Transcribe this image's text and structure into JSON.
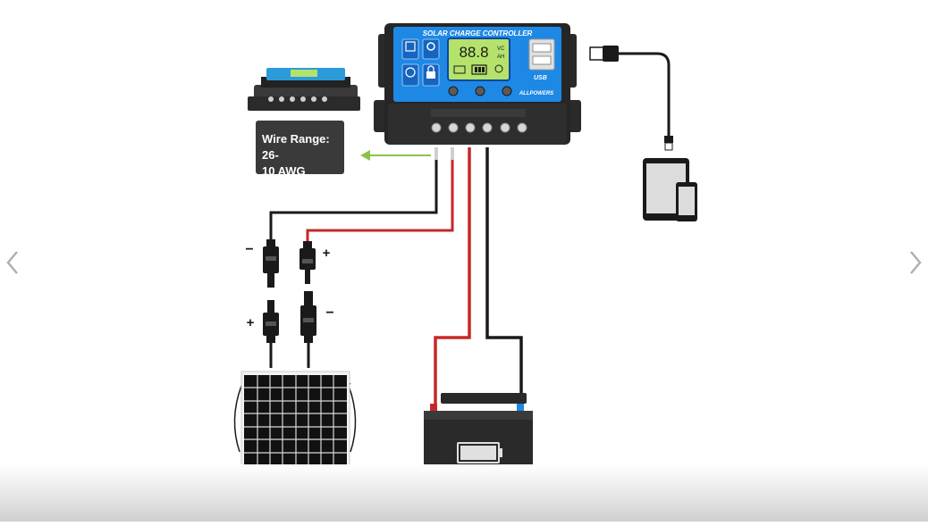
{
  "controller": {
    "title": "SOLAR CHARGE CONTROLLER",
    "display_digits": "88.8",
    "display_units_top": "VC",
    "display_units_bottom": "AH",
    "usb_label": "USB",
    "brand": "ALLPOWERS",
    "terminal_count": 6
  },
  "wire_info": {
    "line1": "Wire Range: 26-",
    "line2": "10 AWG"
  },
  "polarity": {
    "upper_left": "−",
    "upper_right": "+",
    "lower_left": "+",
    "lower_right": "−"
  },
  "colors": {
    "panel_blue": "#1e88e5",
    "lcd_green": "#b5e26b",
    "wire_red": "#c62828",
    "wire_black": "#1a1a1a",
    "arrow_green": "#8bc34a"
  },
  "nav": {
    "prev_icon": "chevron-left-icon",
    "next_icon": "chevron-right-icon"
  }
}
